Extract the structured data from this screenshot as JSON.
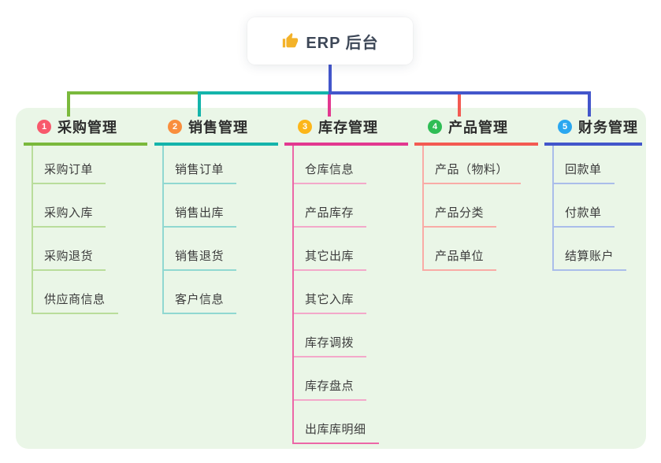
{
  "root": {
    "title": "ERP 后台",
    "icon": "thumbs-up-icon",
    "stem_color": "#4356cb"
  },
  "canvas": {
    "background": "#ffffff",
    "panel_color": "#eaf6e7",
    "title_text_color": "#3d4757",
    "header_text_color": "#2d2d2d",
    "child_text_color": "#3c3c3c"
  },
  "branches": [
    {
      "num": "1",
      "label": "采购管理",
      "badge_color": "#f8596c",
      "line_color": "#7ab93c",
      "soft_color": "#b9dd9b",
      "children": [
        "采购订单",
        "采购入库",
        "采购退货",
        "供应商信息"
      ]
    },
    {
      "num": "2",
      "label": "销售管理",
      "badge_color": "#f98e3d",
      "line_color": "#14b4ab",
      "soft_color": "#90d8d1",
      "children": [
        "销售订单",
        "销售出库",
        "销售退货",
        "客户信息"
      ]
    },
    {
      "num": "3",
      "label": "库存管理",
      "badge_color": "#fcb61a",
      "line_color": "#e23890",
      "soft_color": "#f3a8ca",
      "stem_color": "#ec67a7",
      "last_line_color": "#ec67a7",
      "children": [
        "仓库信息",
        "产品库存",
        "其它出库",
        "其它入库",
        "库存调拨",
        "库存盘点",
        "出库库明细"
      ]
    },
    {
      "num": "4",
      "label": "产品管理",
      "badge_color": "#2fbd55",
      "line_color": "#f35a52",
      "soft_color": "#f9aba6",
      "children": [
        "产品（物料）",
        "产品分类",
        "产品单位"
      ]
    },
    {
      "num": "5",
      "label": "财务管理",
      "badge_color": "#2aa7f0",
      "line_color": "#4356cb",
      "soft_color": "#aabdea",
      "children": [
        "回款单",
        "付款单",
        "结算账户"
      ]
    }
  ]
}
